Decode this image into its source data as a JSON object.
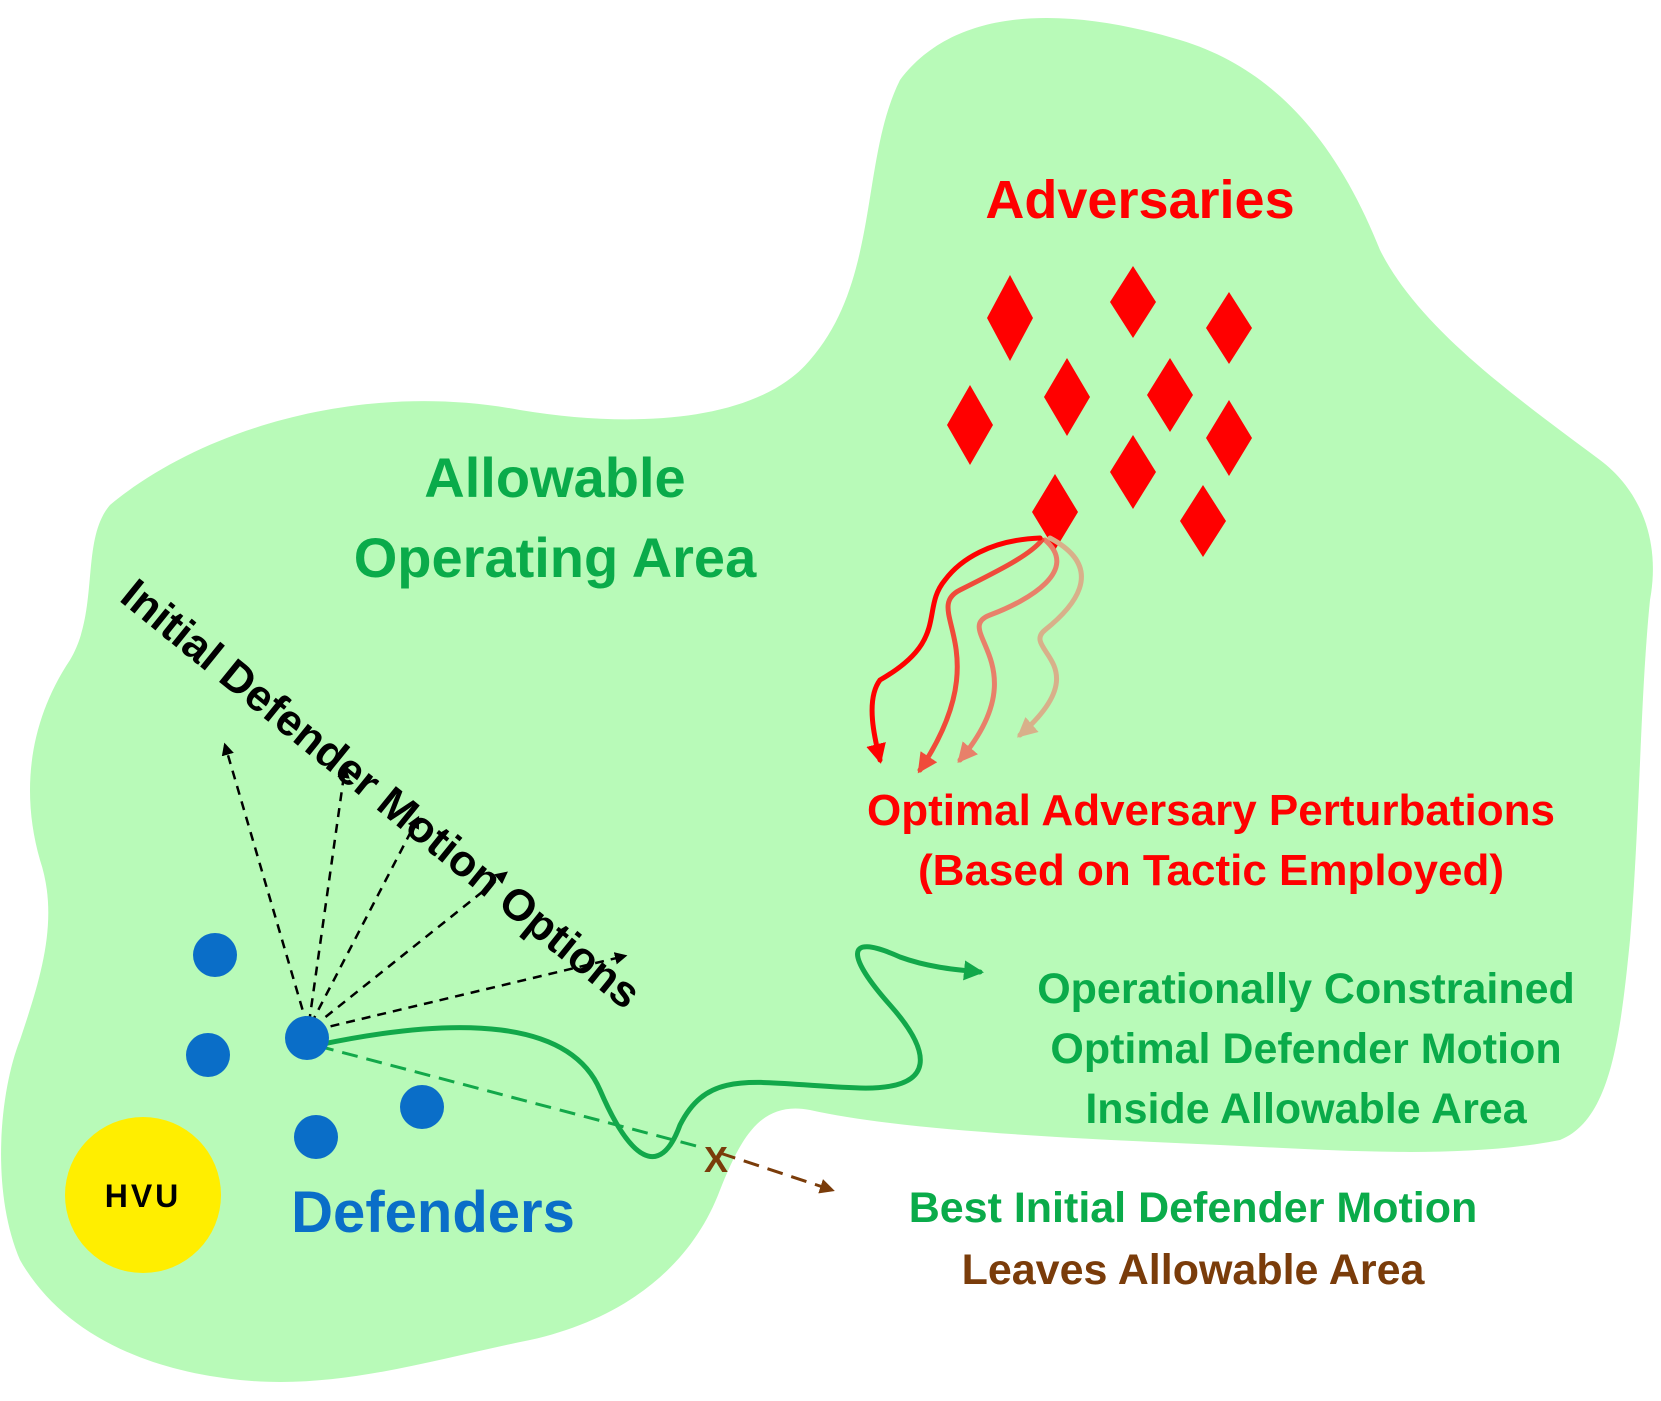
{
  "colors": {
    "area_fill": "#b8fab8",
    "green_text": "#0aab4a",
    "green_path": "#12a84a",
    "red": "#ff0000",
    "blue": "#0a6ec8",
    "yellow": "#ffee00",
    "brown": "#7a3c0a",
    "black": "#000000"
  },
  "labels": {
    "adversaries": "Adversaries",
    "area_line1": "Allowable",
    "area_line2": "Operating Area",
    "initial_options": "Initial Defender Motion Options",
    "perturbations_line1": "Optimal Adversary Perturbations",
    "perturbations_line2": "(Based on Tactic Employed)",
    "constrained_line1": "Operationally Constrained",
    "constrained_line2": "Optimal Defender Motion",
    "constrained_line3": "Inside Allowable Area",
    "best_line1": "Best Initial Defender Motion",
    "best_line2": "Leaves Allowable Area",
    "hvu": "HVU",
    "defenders": "Defenders",
    "x_mark": "X"
  }
}
